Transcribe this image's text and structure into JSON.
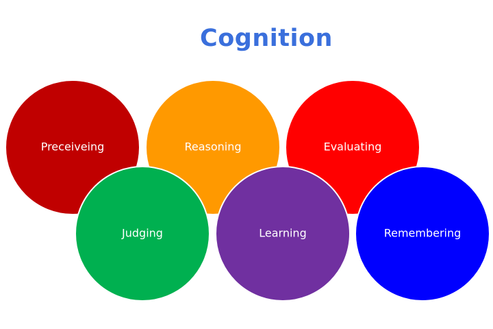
{
  "title": "Cognition",
  "title_color": "#3a6fdc",
  "circles": [
    {
      "label": "Preceiveing",
      "color": "#c00000"
    },
    {
      "label": "Reasoning",
      "color": "#ff9900"
    },
    {
      "label": "Evaluating",
      "color": "#ff0000"
    },
    {
      "label": "Judging",
      "color": "#00b050"
    },
    {
      "label": "Learning",
      "color": "#7030a0"
    },
    {
      "label": "Remembering",
      "color": "#0000ff"
    }
  ]
}
